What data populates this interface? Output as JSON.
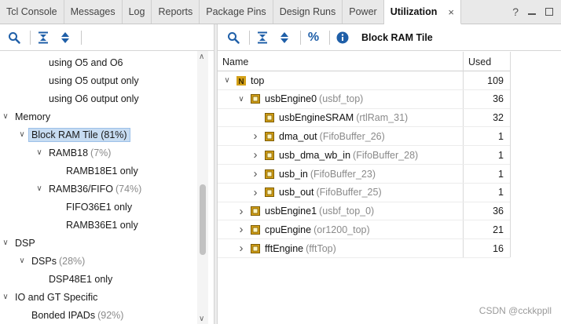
{
  "tabs": [
    {
      "label": "Tcl Console",
      "active": false
    },
    {
      "label": "Messages",
      "active": false
    },
    {
      "label": "Log",
      "active": false
    },
    {
      "label": "Reports",
      "active": false
    },
    {
      "label": "Package Pins",
      "active": false
    },
    {
      "label": "Design Runs",
      "active": false
    },
    {
      "label": "Power",
      "active": false
    },
    {
      "label": "Utilization",
      "active": true
    }
  ],
  "window_controls": {
    "help": "?",
    "close_tab": "×"
  },
  "right_toolbar": {
    "title": "Block RAM Tile",
    "percent_symbol": "%"
  },
  "tree": [
    {
      "label": "using O5 and O6",
      "pct": "",
      "expander": "",
      "level": 3
    },
    {
      "label": "using O5 output only",
      "pct": "",
      "expander": "",
      "level": 3
    },
    {
      "label": "using O6 output only",
      "pct": "",
      "expander": "",
      "level": 3
    },
    {
      "label": "Memory",
      "pct": "",
      "expander": "open",
      "level": 0
    },
    {
      "label": "Block RAM Tile (81%)",
      "pct": "",
      "expander": "open",
      "level": 1,
      "selected": true
    },
    {
      "label": "RAMB18",
      "pct": "(7%)",
      "expander": "open",
      "level": 2
    },
    {
      "label": "RAMB18E1 only",
      "pct": "",
      "expander": "",
      "level": 4
    },
    {
      "label": "RAMB36/FIFO",
      "pct": "(74%)",
      "expander": "open",
      "level": 2
    },
    {
      "label": "FIFO36E1 only",
      "pct": "",
      "expander": "",
      "level": 4
    },
    {
      "label": "RAMB36E1 only",
      "pct": "",
      "expander": "",
      "level": 4
    },
    {
      "label": "DSP",
      "pct": "",
      "expander": "open",
      "level": 0
    },
    {
      "label": "DSPs",
      "pct": "(28%)",
      "expander": "open",
      "level": 1
    },
    {
      "label": "DSP48E1 only",
      "pct": "",
      "expander": "",
      "level": 3
    },
    {
      "label": "IO and GT Specific",
      "pct": "",
      "expander": "open",
      "level": 0
    },
    {
      "label": "Bonded IPADs",
      "pct": "(92%)",
      "expander": "",
      "level": 1
    }
  ],
  "table": {
    "headers": {
      "name": "Name",
      "used": "Used"
    },
    "rows": [
      {
        "inst": "top",
        "module": "",
        "used": "109",
        "level": 0,
        "expander": "open",
        "icon": "top"
      },
      {
        "inst": "usbEngine0",
        "module": "(usbf_top)",
        "used": "36",
        "level": 1,
        "expander": "open",
        "icon": "module"
      },
      {
        "inst": "usbEngineSRAM",
        "module": "(rtlRam_31)",
        "used": "32",
        "level": 2,
        "expander": "none",
        "icon": "module"
      },
      {
        "inst": "dma_out",
        "module": "(FifoBuffer_26)",
        "used": "1",
        "level": 2,
        "expander": "closed",
        "icon": "module"
      },
      {
        "inst": "usb_dma_wb_in",
        "module": "(FifoBuffer_28)",
        "used": "1",
        "level": 2,
        "expander": "closed",
        "icon": "module"
      },
      {
        "inst": "usb_in",
        "module": "(FifoBuffer_23)",
        "used": "1",
        "level": 2,
        "expander": "closed",
        "icon": "module"
      },
      {
        "inst": "usb_out",
        "module": "(FifoBuffer_25)",
        "used": "1",
        "level": 2,
        "expander": "closed",
        "icon": "module"
      },
      {
        "inst": "usbEngine1",
        "module": "(usbf_top_0)",
        "used": "36",
        "level": 1,
        "expander": "closed",
        "icon": "module"
      },
      {
        "inst": "cpuEngine",
        "module": "(or1200_top)",
        "used": "21",
        "level": 1,
        "expander": "closed",
        "icon": "module"
      },
      {
        "inst": "fftEngine",
        "module": "(fftTop)",
        "used": "16",
        "level": 1,
        "expander": "closed",
        "icon": "module"
      }
    ]
  },
  "watermark": "CSDN @cckkppll",
  "colors": {
    "selected_bg": "#c7dcf2",
    "module_icon": "#d4a017",
    "info_icon": "#1f5fa8",
    "toolbar_icon": "#1f5fa8"
  }
}
